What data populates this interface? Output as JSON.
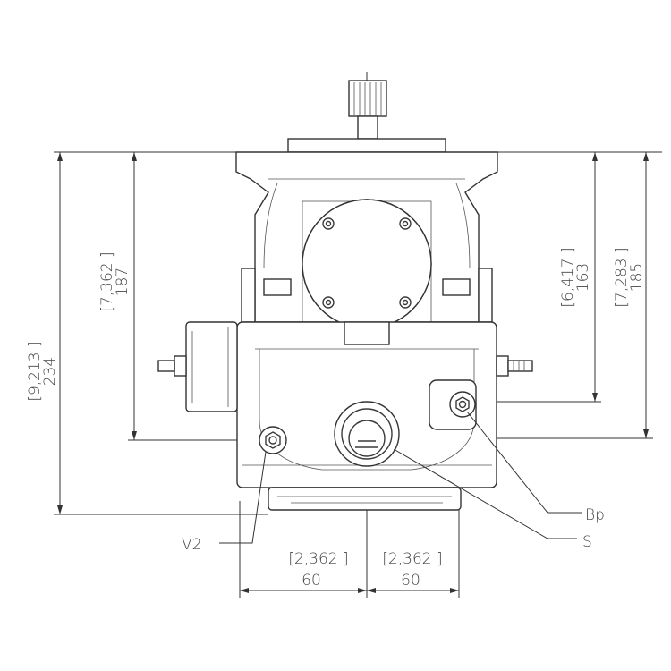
{
  "drawing": {
    "dimensions": {
      "total_height": {
        "inch": "[9,213 ]",
        "mm": "234"
      },
      "flange_to_v2": {
        "inch": "[7,362 ]",
        "mm": "187"
      },
      "flange_to_bp": {
        "inch": "[6,417 ]",
        "mm": "163"
      },
      "flange_to_s": {
        "inch": "[7,283 ]",
        "mm": "185"
      },
      "left_offset": {
        "inch": "[2,362 ]",
        "mm": "60"
      },
      "right_offset": {
        "inch": "[2,362 ]",
        "mm": "60"
      }
    },
    "ports": {
      "v2": "V2",
      "bp": "Bp",
      "s": "S"
    }
  }
}
